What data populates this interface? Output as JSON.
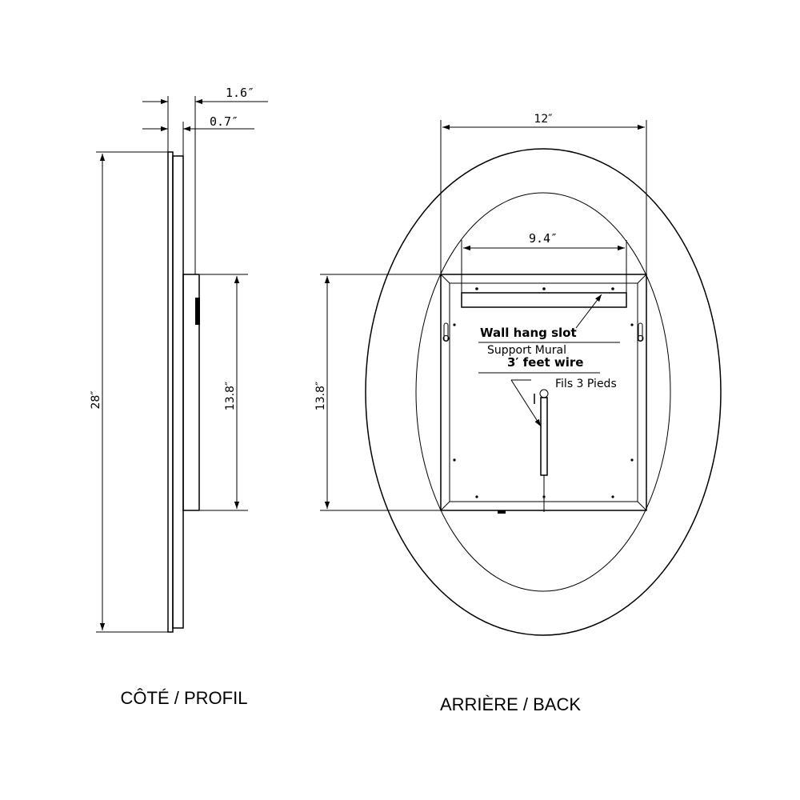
{
  "side_view": {
    "dim_depth_total": "1.6″",
    "dim_depth_glass": "0.7″",
    "dim_height": "28″",
    "dim_frame_height": "13.8″",
    "caption": "CÔTÉ / PROFIL"
  },
  "back_view": {
    "dim_width": "12″",
    "dim_frame_width": "9.4″",
    "dim_frame_height": "13.8″",
    "label_slot_en": "Wall hang slot",
    "label_slot_fr": "Support Mural",
    "label_wire_en": "3′ feet wire",
    "label_wire_fr": "Fils 3 Pieds",
    "caption": "ARRIÈRE / BACK"
  }
}
